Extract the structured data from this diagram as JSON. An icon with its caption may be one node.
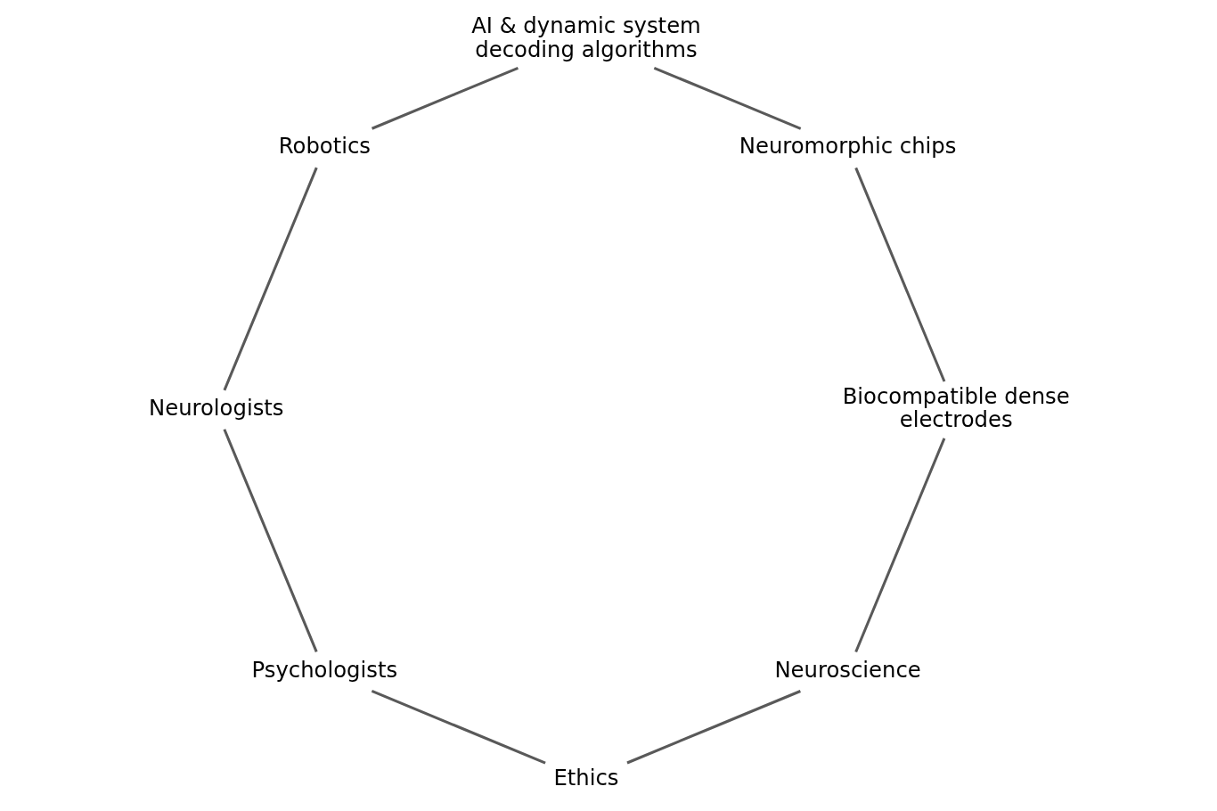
{
  "diagram": {
    "nodes": [
      {
        "text": [
          "Neuroscience"
        ]
      },
      {
        "text": [
          "Ethics"
        ]
      },
      {
        "text": [
          "Psychologists"
        ]
      },
      {
        "text": [
          "Neurologists"
        ]
      },
      {
        "text": [
          "Robotics"
        ]
      },
      {
        "text": [
          "AI & dynamic system decoding algorithms"
        ]
      },
      {
        "text": [
          "Neuromorphic chips"
        ]
      },
      {
        "text": [
          "Biocompatible dense electrodes"
        ]
      }
    ],
    "edges": [
      {
        "from": 0,
        "to": 1,
        "arrow": "none"
      },
      {
        "from": 1,
        "to": 2,
        "arrow": "none"
      },
      {
        "from": 2,
        "to": 3,
        "arrow": "none"
      },
      {
        "from": 3,
        "to": 4,
        "arrow": "none"
      },
      {
        "from": 4,
        "to": 5,
        "arrow": "none"
      },
      {
        "from": 5,
        "to": 6,
        "arrow": "none"
      },
      {
        "from": 6,
        "to": 7,
        "arrow": "none"
      },
      {
        "from": 7,
        "to": 0,
        "arrow": "none"
      }
    ]
  }
}
